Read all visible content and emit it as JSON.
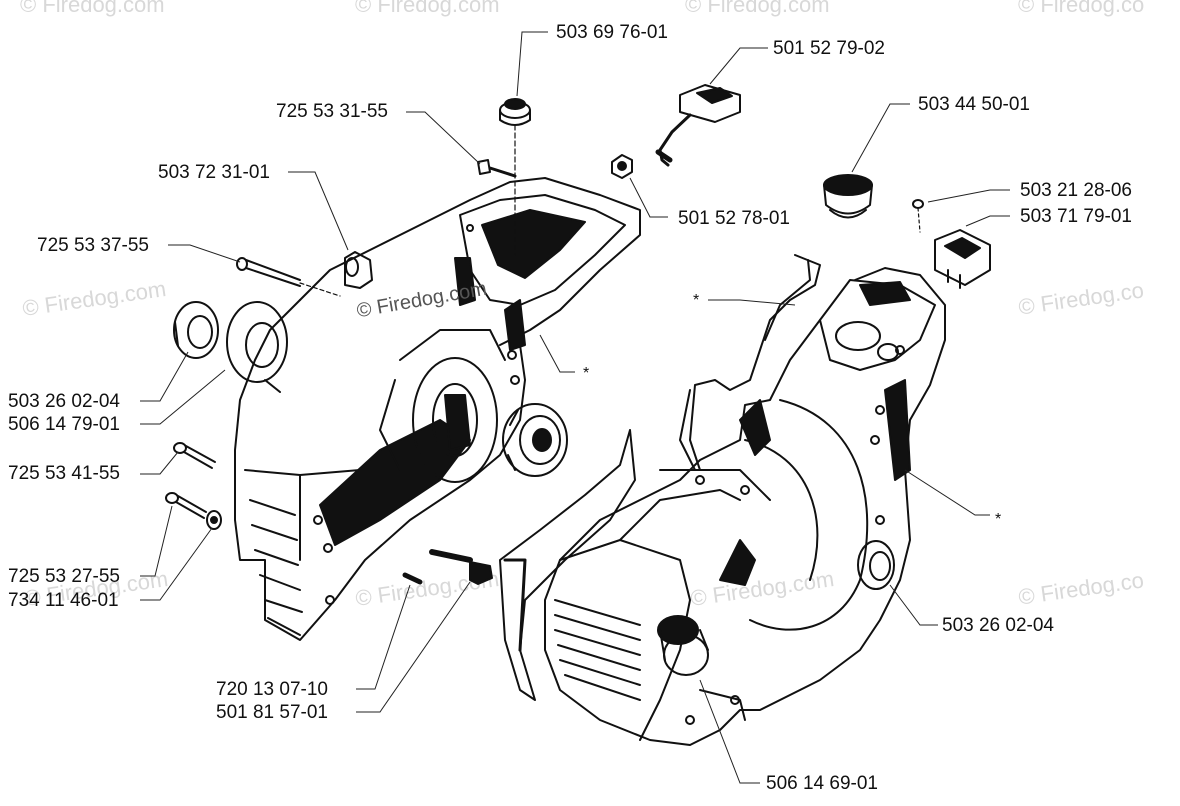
{
  "diagram": {
    "watermark_text": "© Firedog.com",
    "watermark_text_short": "© Firedog.co",
    "parts": {
      "p_503_69_76_01": "503 69 76-01",
      "p_501_52_79_02": "501 52 79-02",
      "p_725_53_31_55": "725 53 31-55",
      "p_503_44_50_01": "503 44 50-01",
      "p_503_72_31_01": "503 72 31-01",
      "p_501_52_78_01": "501 52 78-01",
      "p_503_21_28_06": "503 21 28-06",
      "p_503_71_79_01": "503 71 79-01",
      "p_725_53_37_55": "725 53 37-55",
      "p_503_26_02_04_left": "503 26 02-04",
      "p_506_14_79_01": "506 14 79-01",
      "p_725_53_41_55": "725 53 41-55",
      "p_725_53_27_55": "725 53 27-55",
      "p_734_11_46_01": "734 11 46-01",
      "p_720_13_07_10": "720 13 07-10",
      "p_501_81_57_01": "501 81 57-01",
      "p_503_26_02_04_right": "503 26 02-04",
      "p_506_14_69_01": "506 14 69-01"
    },
    "asterisk": "*"
  }
}
